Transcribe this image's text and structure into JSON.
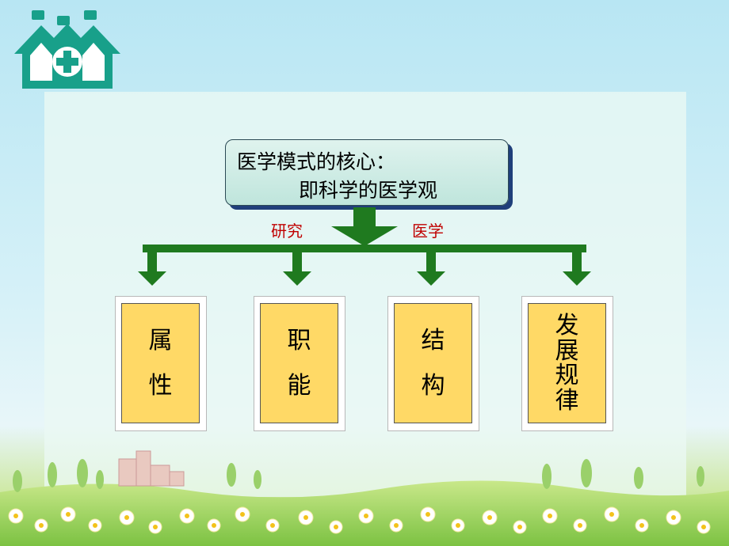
{
  "colors": {
    "logo": "#18a08a",
    "box_fill": "#c8ebe3",
    "arrow": "#1f7a1f",
    "branch_label": "#c00000",
    "card_fill": "#ffd966"
  },
  "logo": {
    "icon": "hospital-cross-icon"
  },
  "core": {
    "line1": "医学模式的核心：",
    "line2": "即科学的医学观"
  },
  "branch": {
    "left_label": "研究",
    "right_label": "医学"
  },
  "cards": [
    {
      "chars": [
        "属",
        "性"
      ]
    },
    {
      "chars": [
        "职",
        "能"
      ]
    },
    {
      "chars": [
        "结",
        "构"
      ]
    },
    {
      "chars": [
        "发",
        "展",
        "规",
        "律"
      ]
    }
  ]
}
